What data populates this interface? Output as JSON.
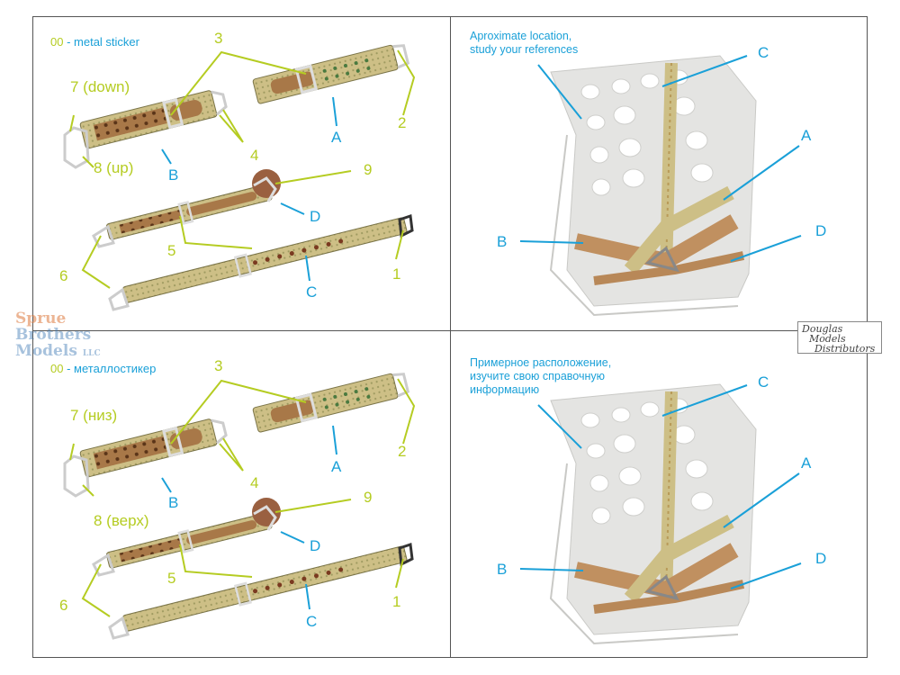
{
  "en": {
    "legend_code": "00",
    "legend_text": " - metal sticker",
    "label_7": "7 (down)",
    "label_8": "8 (up)",
    "label_3": "3",
    "label_2": "2",
    "label_4": "4",
    "label_9": "9",
    "label_5": "5",
    "label_6": "6",
    "label_1": "1",
    "label_A": "A",
    "label_B": "B",
    "label_C": "C",
    "label_D": "D",
    "note_line1": "Aproximate location,",
    "note_line2": "study your references",
    "seat_A": "A",
    "seat_B": "B",
    "seat_C": "C",
    "seat_D": "D"
  },
  "ru": {
    "legend_code": "00",
    "legend_text": " - металлостикер",
    "label_7": "7 (низ)",
    "label_8": "8 (верх)",
    "label_3": "3",
    "label_2": "2",
    "label_4": "4",
    "label_9": "9",
    "label_5": "5",
    "label_6": "6",
    "label_1": "1",
    "label_A": "A",
    "label_B": "B",
    "label_C": "C",
    "label_D": "D",
    "note_line1": "Примерное расположение,",
    "note_line2": "изучите свою справочную",
    "note_line3": "информацию",
    "seat_A": "A",
    "seat_B": "B",
    "seat_C": "C",
    "seat_D": "D"
  },
  "watermark": {
    "line1": "Sprue",
    "line2": "Brothers",
    "line3": "Models",
    "suffix": "LLC"
  },
  "distributor": {
    "line1": "Douglas",
    "line2": "Models",
    "line3": "Distributors"
  },
  "colors": {
    "label_green": "#b5cc22",
    "label_blue": "#1aa0d8",
    "strap_fabric": "#cdbf86",
    "strap_leather": "#a87848",
    "seat": "#e4e4e2"
  }
}
